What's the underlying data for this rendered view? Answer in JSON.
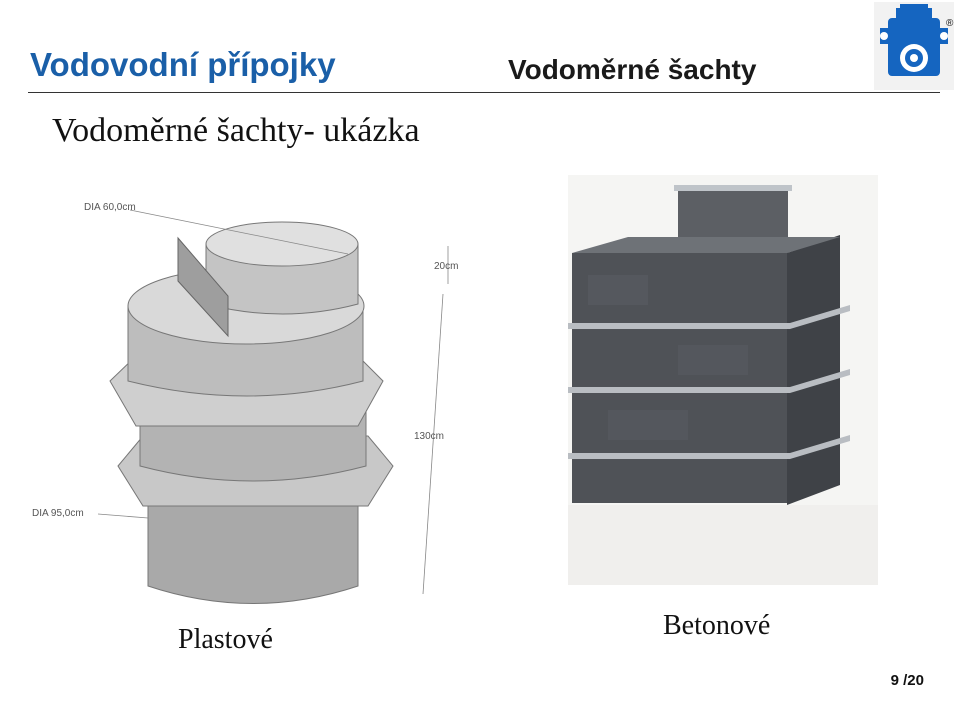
{
  "header": {
    "title": "Vodovodní přípojky",
    "section": "Vodoměrné šachty"
  },
  "slide": {
    "subtitle": "Vodoměrné šachty- ukázka",
    "captions": {
      "left": "Plastové",
      "right": "Betonové"
    },
    "page": "9 /20"
  },
  "diagram": {
    "dia_top": "DIA 60,0cm",
    "height_top": "20cm",
    "height_total": "130cm",
    "dia_bottom": "DIA 95,0cm"
  },
  "logo": {
    "mark": "®"
  },
  "colors": {
    "title": "#1a5fa8",
    "logo_blue": "#1565c0"
  }
}
